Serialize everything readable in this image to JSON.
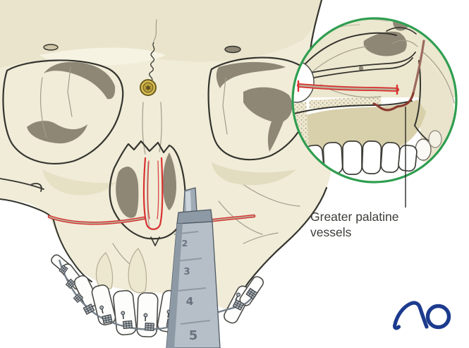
{
  "illustration": {
    "inset_label": "Greater palatine vessels",
    "instrument_scale_marks": [
      "2",
      "3",
      "4",
      "5"
    ],
    "logo_text": "AO",
    "colors": {
      "osteotomy_line_red": "#d93131",
      "palatine_vessel_red": "#8a3a30",
      "inset_ring_green": "#2f9e50",
      "logo_blue": "#1c3b8e",
      "bone_cream": "#f0ecd8",
      "orbit_recess": "#8e8775",
      "instrument_steel": "#b6bfc8",
      "screw_gold": "#d9bc50"
    }
  }
}
